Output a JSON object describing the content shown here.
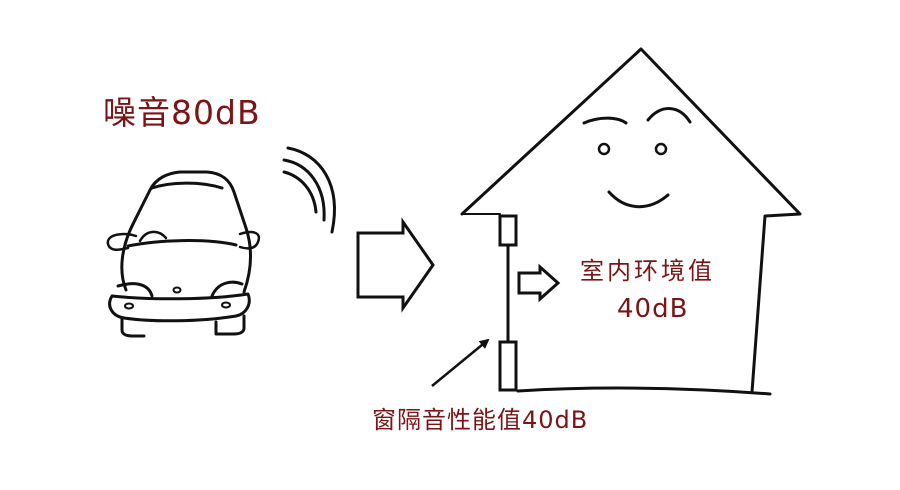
{
  "diagram": {
    "title": "Window sound insulation illustration",
    "colors": {
      "text_accent": "#7a1416",
      "line": "#111111",
      "background": "#ffffff"
    },
    "source": {
      "icon": "car-icon",
      "waves_icon": "sound-waves-icon",
      "label": "噪音80dB"
    },
    "flow_arrow": {
      "icon": "right-arrow-icon"
    },
    "house": {
      "icon": "smiling-house-icon",
      "window_icon": "window-frame-icon",
      "inner_arrow_icon": "right-arrow-icon",
      "indoor_label": "室内环境值",
      "indoor_value": "40dB"
    },
    "annotation": {
      "pointer_icon": "pointer-arrow-icon",
      "window_label": "窗隔音性能值40dB"
    }
  }
}
